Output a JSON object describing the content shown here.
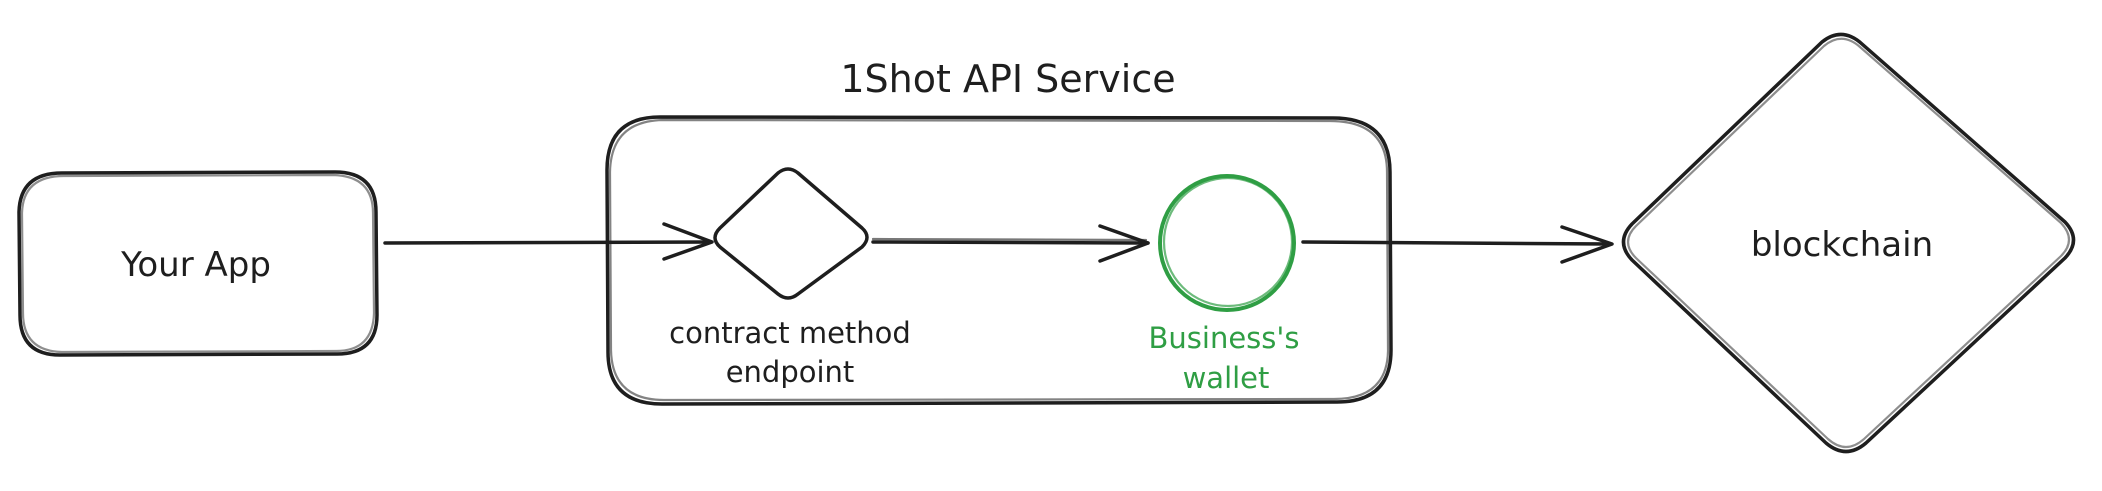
{
  "diagram": {
    "service_title": "1Shot API Service",
    "your_app": "Your App",
    "contract_method_line1": "contract method",
    "contract_method_line2": "endpoint",
    "wallet_line1": "Business's",
    "wallet_line2": "wallet",
    "blockchain": "blockchain"
  },
  "colors": {
    "stroke": "#1e1e1e",
    "wallet_accent": "#2f9e44"
  }
}
